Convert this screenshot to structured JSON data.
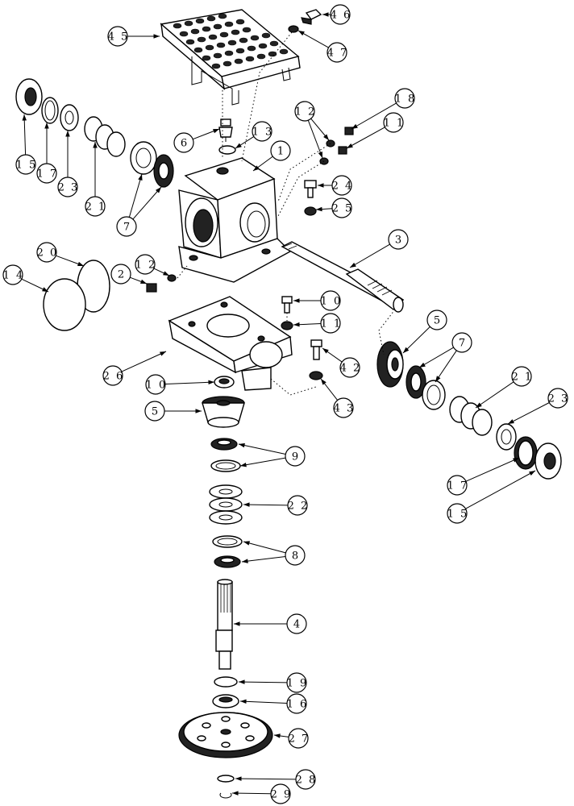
{
  "callouts": [
    {
      "id": "45",
      "label": "4 5"
    },
    {
      "id": "46",
      "label": "4 6"
    },
    {
      "id": "47",
      "label": "4 7"
    },
    {
      "id": "18",
      "label": "1 8"
    },
    {
      "id": "12a",
      "label": "1 2"
    },
    {
      "id": "11a",
      "label": "1 1"
    },
    {
      "id": "15a",
      "label": "1 5"
    },
    {
      "id": "17a",
      "label": "1 7"
    },
    {
      "id": "23a",
      "label": "2 3"
    },
    {
      "id": "21a",
      "label": "2 1"
    },
    {
      "id": "7a",
      "label": "7"
    },
    {
      "id": "6",
      "label": "6"
    },
    {
      "id": "13",
      "label": "1 3"
    },
    {
      "id": "1",
      "label": "1"
    },
    {
      "id": "24",
      "label": "2 4"
    },
    {
      "id": "25",
      "label": "2 5"
    },
    {
      "id": "3",
      "label": "3"
    },
    {
      "id": "20",
      "label": "2 0"
    },
    {
      "id": "14",
      "label": "1 4"
    },
    {
      "id": "2",
      "label": "2"
    },
    {
      "id": "12b",
      "label": "1 2"
    },
    {
      "id": "10a",
      "label": "1 0"
    },
    {
      "id": "11b",
      "label": "1 1"
    },
    {
      "id": "42",
      "label": "4 2"
    },
    {
      "id": "43",
      "label": "4 3"
    },
    {
      "id": "26",
      "label": "2 6"
    },
    {
      "id": "10b",
      "label": "1 0"
    },
    {
      "id": "5a",
      "label": "5"
    },
    {
      "id": "5b",
      "label": "5"
    },
    {
      "id": "7b",
      "label": "7"
    },
    {
      "id": "21b",
      "label": "2 1"
    },
    {
      "id": "23b",
      "label": "2 3"
    },
    {
      "id": "17b",
      "label": "1 7"
    },
    {
      "id": "15b",
      "label": "1 5"
    },
    {
      "id": "9",
      "label": "9"
    },
    {
      "id": "22",
      "label": "2 2"
    },
    {
      "id": "8",
      "label": "8"
    },
    {
      "id": "4",
      "label": "4"
    },
    {
      "id": "19",
      "label": "1 9"
    },
    {
      "id": "16",
      "label": "1 6"
    },
    {
      "id": "27",
      "label": "2 7"
    },
    {
      "id": "28",
      "label": "2 8"
    },
    {
      "id": "29",
      "label": "2 9"
    }
  ]
}
